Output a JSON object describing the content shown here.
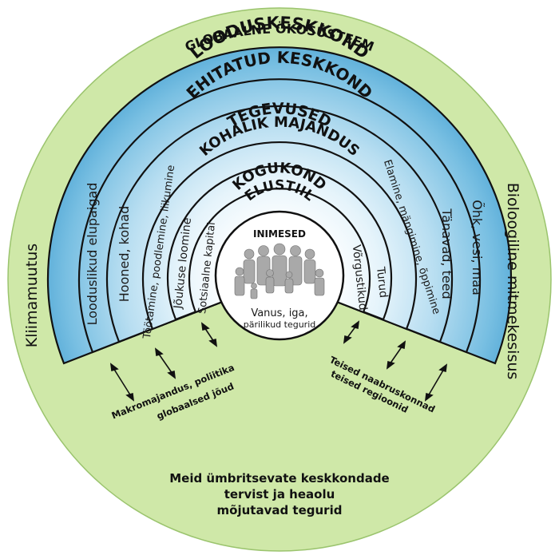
{
  "outer": {
    "title": "GLOBAALNE ÖKOSÜSTEEM",
    "left_side": "Kliimamuutus",
    "right_side": "Bioloogiline mitmekesisus",
    "bottom_lines": [
      "Meid ümbritsevate keskkondade",
      "tervist ja heaolu",
      "mõjutavad tegurid"
    ]
  },
  "rings": {
    "r1": {
      "title": "LOODUSKESKKOND",
      "left": "Looduslikud elupaigad",
      "right": "Õhk, vesi, maa"
    },
    "r2": {
      "title": "EHITATUD KESKKOND",
      "left": "Hooned, kohad",
      "right": "Tänavad, teed"
    },
    "r3": {
      "title": "TEGEVUSED",
      "left": "Töötamine, poodlemine, liikumine",
      "right": "Elamine, mängimine, õppimine"
    },
    "r4": {
      "title": "KOHALIK MAJANDUS",
      "left": "Jõukuse loomine",
      "right": "Turud"
    },
    "r5": {
      "title": "KOGUKOND",
      "left": "Sotsiaalne kapital",
      "right": "Võrgustikud"
    },
    "r6": {
      "title": "ELUSTIIL"
    }
  },
  "center": {
    "title": "INIMESED",
    "line1": "Vanus, iga,",
    "line2": "pärilikud tegurid"
  },
  "forces": {
    "left_line1": "Makromajandus, poliitika",
    "left_line2": "globaalsed jõud",
    "right_line1": "Teised naabruskonnad",
    "right_line2": "teised regioonid"
  },
  "colors": {
    "outer_green": "#cfe8a8",
    "ring_dark": "#5fb0d8",
    "ring_light": "#eef8fc",
    "stroke": "#111111"
  }
}
